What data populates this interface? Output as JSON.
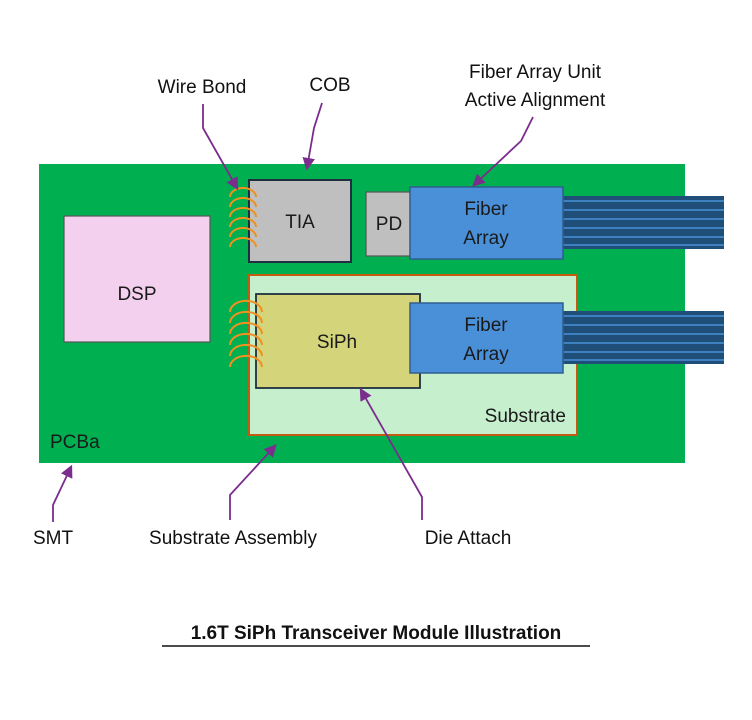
{
  "title": "1.6T SiPh Transceiver Module Illustration",
  "components": {
    "pcba": "PCBa",
    "dsp": "DSP",
    "tia": "TIA",
    "pd": "PD",
    "fiber_array_top_line1": "Fiber",
    "fiber_array_top_line2": "Array",
    "fiber_array_bottom_line1": "Fiber",
    "fiber_array_bottom_line2": "Array",
    "siph": "SiPh",
    "substrate": "Substrate"
  },
  "callouts": {
    "wire_bond": "Wire Bond",
    "cob": "COB",
    "fau_line1": "Fiber Array Unit",
    "fau_line2": "Active Alignment",
    "smt": "SMT",
    "substrate_assembly": "Substrate Assembly",
    "die_attach": "Die Attach"
  },
  "colors": {
    "pcb_green": "#00b050",
    "dsp_pink": "#f2d0ee",
    "tia_gray": "#bfbfbf",
    "fiber_blue": "#4a90d9",
    "fiber_line": "#1f4e79",
    "substrate_green": "#c6efce",
    "substrate_border": "#c55a11",
    "siph_olive": "#d4d47a",
    "wire_orange": "#f0901e",
    "arrow_purple": "#7b2d8e"
  }
}
